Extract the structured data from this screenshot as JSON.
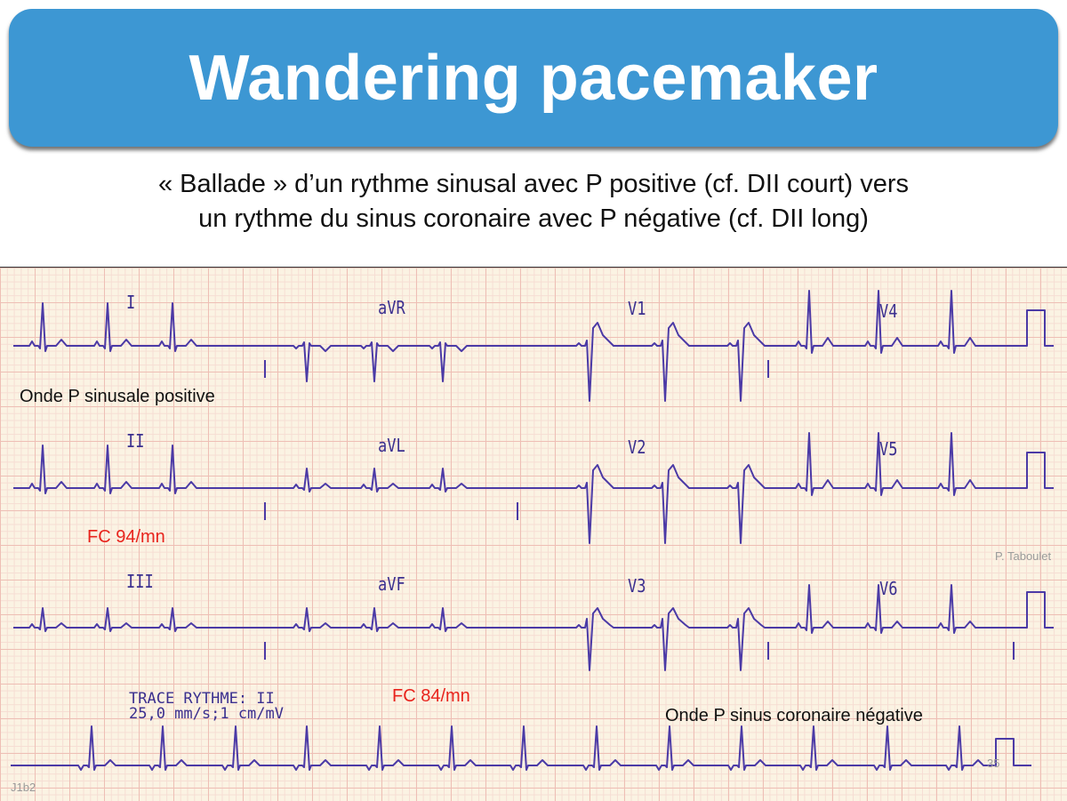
{
  "title": "Wandering pacemaker",
  "subtitle": {
    "line1": "« Ballade » d’un rythme sinusal avec P positive (cf. DII court) vers",
    "line2": "un rythme du sinus coronaire avec P négative (cf. DII long)"
  },
  "leads": {
    "I": "I",
    "aVR": "aVR",
    "V1": "V1",
    "V4": "V4",
    "II": "II",
    "aVL": "aVL",
    "V2": "V2",
    "V5": "V5",
    "III": "III",
    "aVF": "aVF",
    "V3": "V3",
    "V6": "V6"
  },
  "trace": {
    "line1": "TRACE RYTHME: II",
    "line2": "25,0 mm/s;1 cm/mV"
  },
  "annotations": {
    "p_positive": "Onde P sinusale positive",
    "fc_94": "FC 94/mn",
    "fc_84": "FC 84/mn",
    "p_negative": "Onde P sinus coronaire négative"
  },
  "credits": {
    "author": "P. Taboulet",
    "code": "J1b2",
    "page": "35"
  },
  "colors": {
    "banner": "#3d97d3",
    "trace": "#4b3aa6",
    "grid_paper": "#fbf3e3",
    "annotation_red": "#e8231c"
  }
}
